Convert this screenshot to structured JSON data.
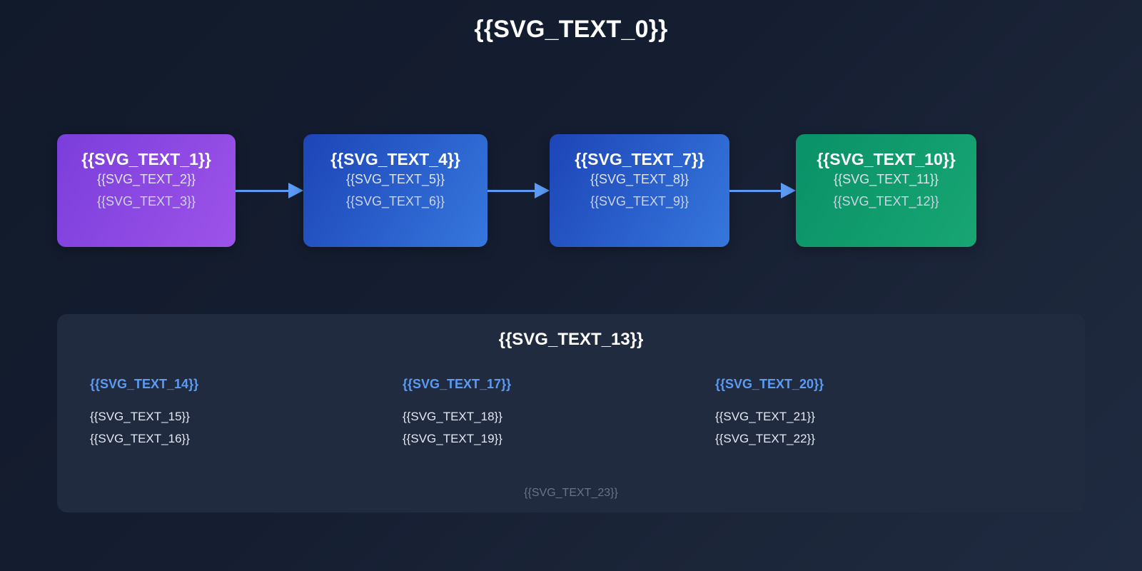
{
  "page": {
    "title": "{{SVG_TEXT_0}}",
    "background_start": "#111a2a",
    "background_end": "#1f2a41"
  },
  "flow": {
    "arrow_color": "#5b9bf5",
    "arrows": [
      {
        "name": "arrow-stage-1-to-2"
      },
      {
        "name": "arrow-stage-2-to-3"
      },
      {
        "name": "arrow-stage-3-to-4"
      }
    ],
    "stages": [
      {
        "title": "{{SVG_TEXT_1}}",
        "line1": "{{SVG_TEXT_2}}",
        "line2": "{{SVG_TEXT_3}}",
        "color_start": "#7b3edb",
        "color_end": "#9d53e9"
      },
      {
        "title": "{{SVG_TEXT_4}}",
        "line1": "{{SVG_TEXT_5}}",
        "line2": "{{SVG_TEXT_6}}",
        "color_start": "#1d45b7",
        "color_end": "#3677dd"
      },
      {
        "title": "{{SVG_TEXT_7}}",
        "line1": "{{SVG_TEXT_8}}",
        "line2": "{{SVG_TEXT_9}}",
        "color_start": "#1d45b7",
        "color_end": "#3677dd"
      },
      {
        "title": "{{SVG_TEXT_10}}",
        "line1": "{{SVG_TEXT_11}}",
        "line2": "{{SVG_TEXT_12}}",
        "color_start": "#099167",
        "color_end": "#18a673"
      }
    ]
  },
  "panel": {
    "title": "{{SVG_TEXT_13}}",
    "background": "#212b3f",
    "heading_color": "#5b9bf5",
    "columns": [
      {
        "heading": "{{SVG_TEXT_14}}",
        "line1": "{{SVG_TEXT_15}}",
        "line2": "{{SVG_TEXT_16}}"
      },
      {
        "heading": "{{SVG_TEXT_17}}",
        "line1": "{{SVG_TEXT_18}}",
        "line2": "{{SVG_TEXT_19}}"
      },
      {
        "heading": "{{SVG_TEXT_20}}",
        "line1": "{{SVG_TEXT_21}}",
        "line2": "{{SVG_TEXT_22}}"
      }
    ],
    "footer": "{{SVG_TEXT_23}}"
  }
}
